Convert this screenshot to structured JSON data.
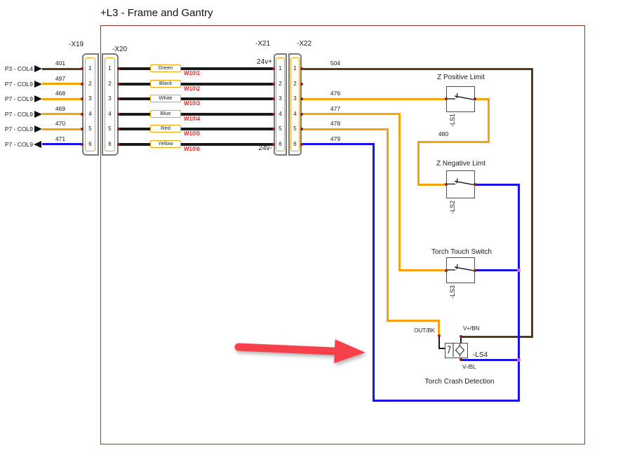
{
  "title": "+L3 - Frame and Gantry",
  "colors": {
    "wire_brown": "#533b26",
    "wire_amber": "#f2a40a",
    "wire_blue": "#1414e8",
    "wire_black": "#1a1a1a",
    "frame_red": "#a83030",
    "cable_tag_red": "#f42525",
    "terminal_dot_red": "#8e1f1f",
    "junction_dot_magenta": "#c46ec4",
    "arrow_red": "#f6404a"
  },
  "left_rows": [
    {
      "ref": "P3 - COL4",
      "wire": "401",
      "wire_color": "brown",
      "direction": "in"
    },
    {
      "ref": "P7 - COL9",
      "wire": "497",
      "wire_color": "amber",
      "direction": "in"
    },
    {
      "ref": "P7 - COL9",
      "wire": "468",
      "wire_color": "amber",
      "direction": "in"
    },
    {
      "ref": "P7 - COL9",
      "wire": "469",
      "wire_color": "amber",
      "direction": "in"
    },
    {
      "ref": "P7 - COL9",
      "wire": "470",
      "wire_color": "amber",
      "direction": "in"
    },
    {
      "ref": "P7 - COL9",
      "wire": "471",
      "wire_color": "blue",
      "direction": "out"
    }
  ],
  "connectors": {
    "x19": "-X19",
    "x20": "-X20",
    "x21": "-X21",
    "x22": "-X22",
    "pins": [
      "1",
      "2",
      "3",
      "4",
      "5",
      "6"
    ]
  },
  "cable": {
    "conductors": [
      {
        "label": "Green",
        "tag": "W10\\1"
      },
      {
        "label": "Black",
        "tag": "W10\\2"
      },
      {
        "label": "White",
        "tag": "W10\\3"
      },
      {
        "label": "Blue",
        "tag": "W10\\4"
      },
      {
        "label": "Red",
        "tag": "W10\\5"
      },
      {
        "label": "Yellow",
        "tag": "W10\\6"
      }
    ]
  },
  "power": {
    "plus": "24v+",
    "minus": "24v-"
  },
  "right_wires": {
    "w504": "504",
    "w476": "476",
    "w477": "477",
    "w478": "478",
    "w479": "479",
    "w480": "480"
  },
  "switches": [
    {
      "label": "Z Positive Limit",
      "tag": "-LS1"
    },
    {
      "label": "Z Negative Limt",
      "tag": "-LS2"
    },
    {
      "label": "Torch Touch Switch",
      "tag": "-LS3"
    },
    {
      "label": "Torch Crash Detection",
      "tag": "-LS4",
      "out": "OUT/BK",
      "vplus": "V+/BN",
      "vminus": "V-/BL"
    }
  ]
}
